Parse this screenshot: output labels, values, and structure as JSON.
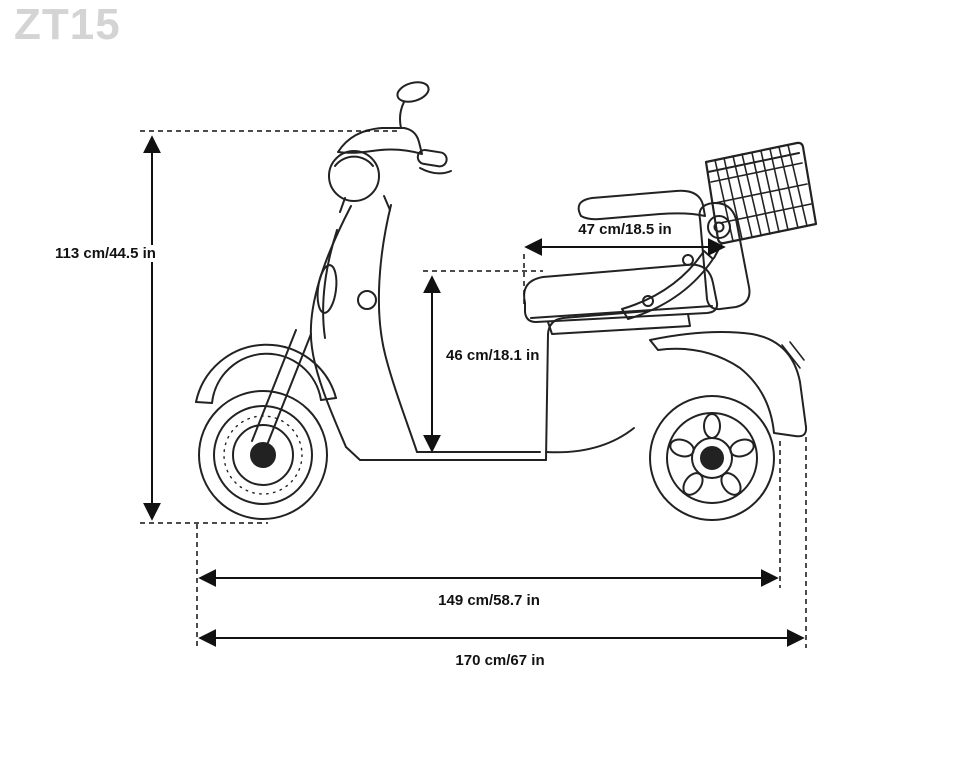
{
  "title": "ZT15",
  "illustration": "Side-view line drawing of a three-wheeled mobility scooter with front wheel, steering column with mirror and headlight, floorboard, seat with armrest and backrest, rear basket and rear wheel",
  "colors": {
    "background": "#ffffff",
    "drawing_line": "#222222",
    "dimension_line": "#111111",
    "title_text": "#d4d4d4"
  },
  "dimensions": {
    "overall_height": "113 cm/44.5 in",
    "seat_length": "47 cm/18.5 in",
    "seat_height": "46 cm/18.1 in",
    "body_length": "149 cm/58.7 in",
    "total_length": "170 cm/67 in"
  }
}
